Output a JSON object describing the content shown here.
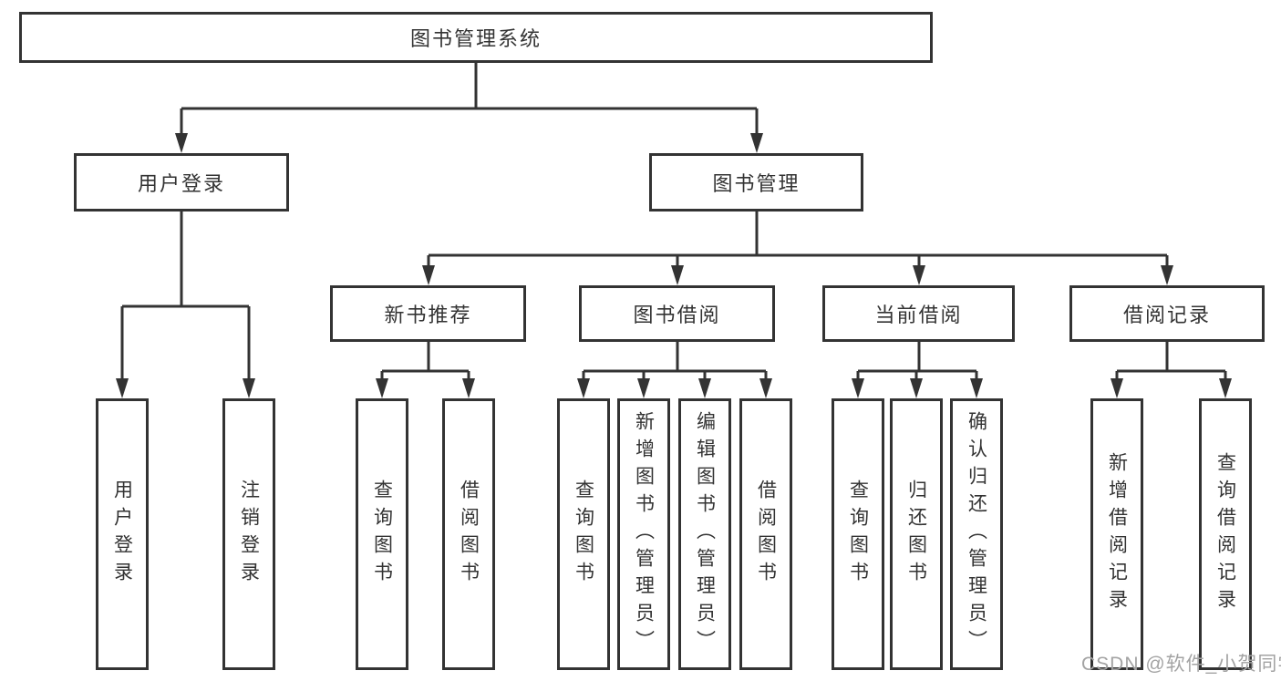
{
  "tree": {
    "root": {
      "label": "图书管理系统"
    },
    "branches": [
      {
        "label": "用户登录",
        "children": [
          {
            "label": "用户登录"
          },
          {
            "label": "注销登录"
          }
        ]
      },
      {
        "label": "图书管理",
        "children": [
          {
            "label": "新书推荐",
            "children": [
              {
                "label": "查询图书"
              },
              {
                "label": "借阅图书"
              }
            ]
          },
          {
            "label": "图书借阅",
            "children": [
              {
                "label": "查询图书"
              },
              {
                "label": "新增图书（管理员）"
              },
              {
                "label": "编辑图书（管理员）"
              },
              {
                "label": "借阅图书"
              }
            ]
          },
          {
            "label": "当前借阅",
            "children": [
              {
                "label": "查询图书"
              },
              {
                "label": "归还图书"
              },
              {
                "label": "确认归还（管理员）"
              }
            ]
          },
          {
            "label": "借阅记录",
            "children": [
              {
                "label": "新增借阅记录"
              },
              {
                "label": "查询借阅记录"
              }
            ]
          }
        ]
      }
    ]
  },
  "watermark": {
    "text": "CSDN @软件_小贺同学"
  },
  "colors": {
    "line": "#333333",
    "text": "#333333",
    "background": "#ffffff",
    "watermark": "#a3a3a3"
  }
}
